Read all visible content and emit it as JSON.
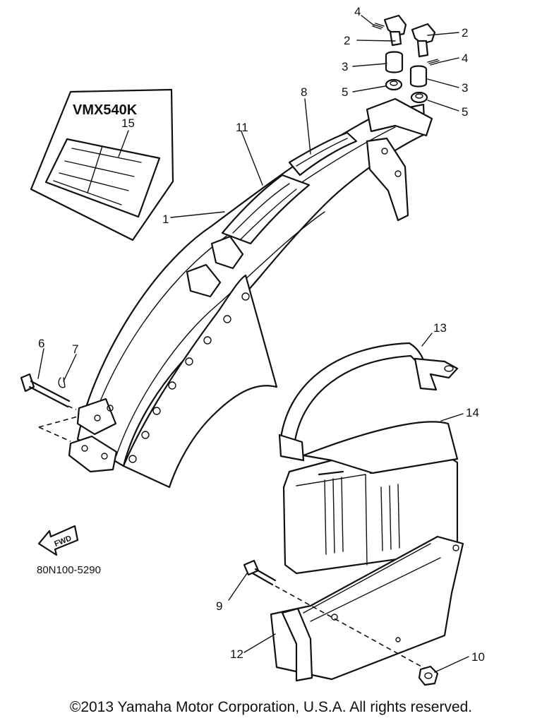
{
  "diagram": {
    "model": "VMX540K",
    "part_code": "80N100-5290",
    "fwd_label": "FWD",
    "callouts": [
      "1",
      "2",
      "2",
      "3",
      "3",
      "4",
      "4",
      "5",
      "5",
      "6",
      "7",
      "8",
      "9",
      "10",
      "11",
      "12",
      "13",
      "14",
      "15"
    ]
  },
  "footer": {
    "copyright": "©2013 Yamaha Motor Corporation, U.S.A. All rights reserved."
  }
}
